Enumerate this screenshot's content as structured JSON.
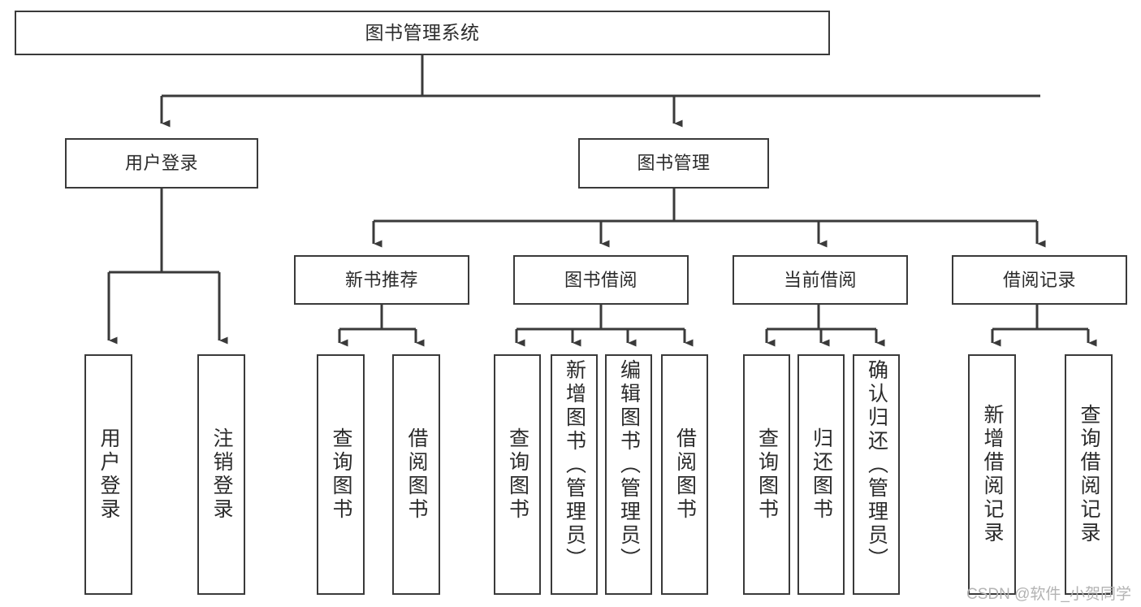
{
  "diagram": {
    "title": "图书管理系统",
    "type": "功能结构图",
    "stroke_color": "#3a3a3a",
    "text_color": "#2b2b2b",
    "background_color": "#ffffff"
  },
  "root": {
    "label": "图书管理系统"
  },
  "level2": [
    {
      "id": "user-login",
      "label": "用户登录"
    },
    {
      "id": "book-manage",
      "label": "图书管理"
    }
  ],
  "level3": [
    {
      "id": "new-book-recommend",
      "label": "新书推荐",
      "parent": "book-manage"
    },
    {
      "id": "book-borrow",
      "label": "图书借阅",
      "parent": "book-manage"
    },
    {
      "id": "current-borrow",
      "label": "当前借阅",
      "parent": "book-manage"
    },
    {
      "id": "borrow-record",
      "label": "借阅记录",
      "parent": "book-manage"
    }
  ],
  "leaves": {
    "user_login": [
      {
        "id": "leaf-user-login",
        "label": "用户登录"
      },
      {
        "id": "leaf-logout",
        "label": "注销登录"
      }
    ],
    "new_book_recommend": [
      {
        "id": "leaf-query-book-1",
        "label": "查询图书"
      },
      {
        "id": "leaf-borrow-book-1",
        "label": "借阅图书"
      }
    ],
    "book_borrow": [
      {
        "id": "leaf-query-book-2",
        "label": "查询图书"
      },
      {
        "id": "leaf-add-book",
        "label": "新增图书（管理员）"
      },
      {
        "id": "leaf-edit-book",
        "label": "编辑图书（管理员）"
      },
      {
        "id": "leaf-borrow-book-2",
        "label": "借阅图书"
      }
    ],
    "current_borrow": [
      {
        "id": "leaf-query-book-3",
        "label": "查询图书"
      },
      {
        "id": "leaf-return-book",
        "label": "归还图书"
      },
      {
        "id": "leaf-confirm-return",
        "label": "确认归还（管理员）"
      }
    ],
    "borrow_record": [
      {
        "id": "leaf-add-record",
        "label": "新增借阅记录"
      },
      {
        "id": "leaf-query-record",
        "label": "查询借阅记录"
      }
    ]
  },
  "watermark": {
    "text": "CSDN @软件_小贺同学"
  }
}
